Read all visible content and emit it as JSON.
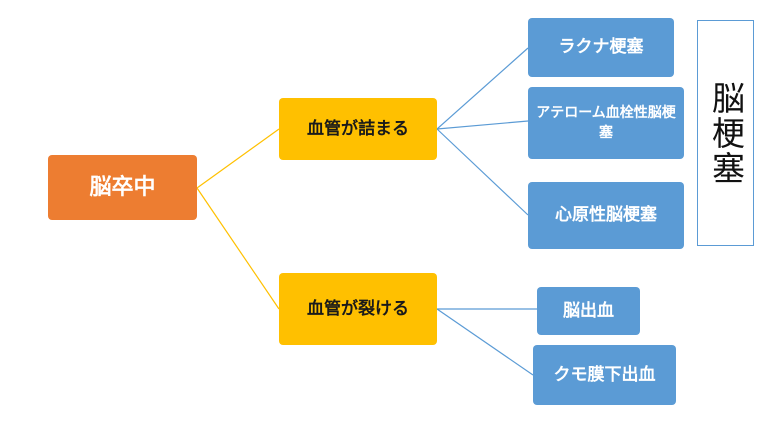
{
  "root": {
    "label": "脳卒中"
  },
  "branches": [
    {
      "label": "血管が詰まる"
    },
    {
      "label": "血管が裂ける"
    }
  ],
  "leaves": [
    {
      "label": "ラクナ梗塞"
    },
    {
      "label": "アテローム血栓性脳梗塞"
    },
    {
      "label": "心原性脳梗塞"
    },
    {
      "label": "脳出血"
    },
    {
      "label": "クモ膜下出血"
    }
  ],
  "group_label": "脳梗塞",
  "colors": {
    "root": "#ED7D31",
    "branch": "#FFC000",
    "leaf": "#5B9BD5",
    "root_links": "#FFC000",
    "leaf_links": "#5B9BD5"
  }
}
